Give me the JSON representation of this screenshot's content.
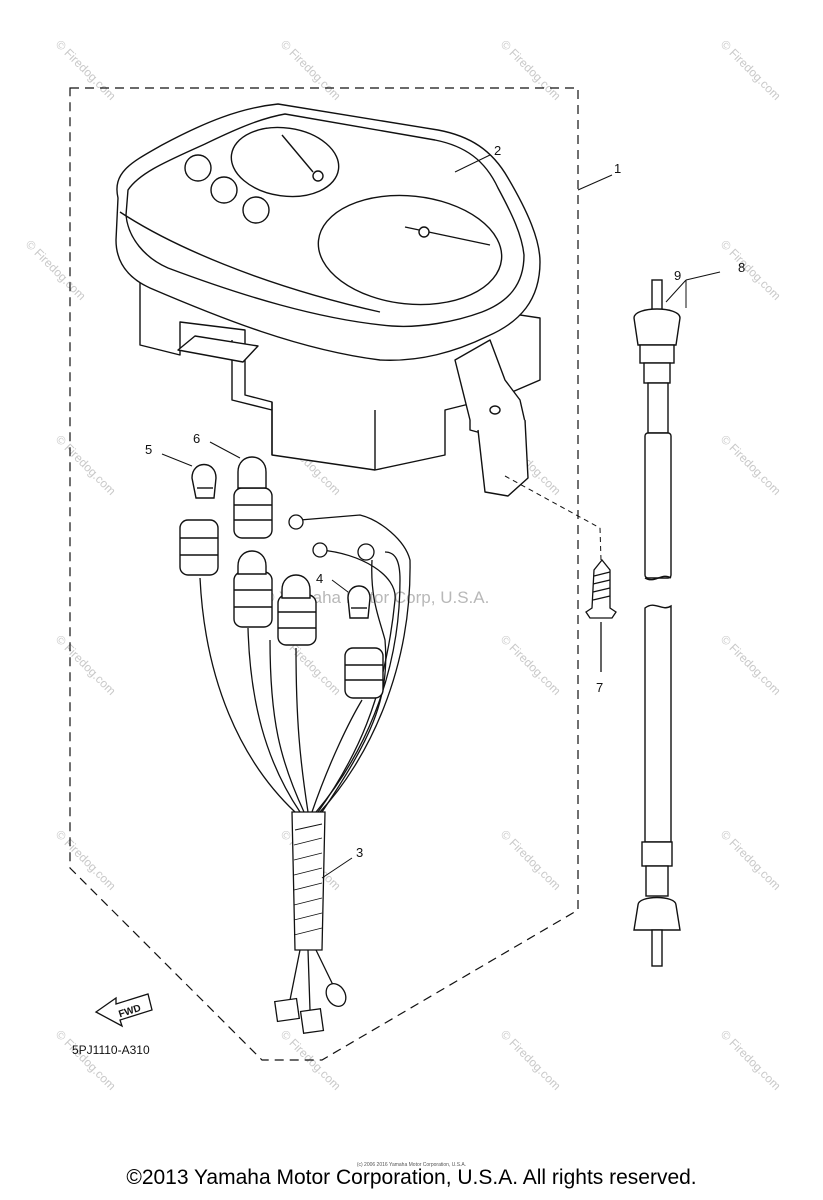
{
  "diagram": {
    "callouts": {
      "c1": "1",
      "c2": "2",
      "c3": "3",
      "c4": "4",
      "c5": "5",
      "c6": "6",
      "c7": "7",
      "c8": "8",
      "c9": "9"
    },
    "part_code": "5PJ1110-A310",
    "fwd_label": "FWD",
    "watermark": "© Firedog.com",
    "center_watermark": "© Yamaha Motor Corp, U.S.A.",
    "fine_print": "(c) 2006 2016 Yamaha Motor Corporation, U.S.A.",
    "copyright": "©2013 Yamaha Motor Corporation, U.S.A. All rights reserved."
  },
  "colors": {
    "line": "#111111",
    "watermark": "#c9c9c9",
    "background": "#ffffff"
  }
}
